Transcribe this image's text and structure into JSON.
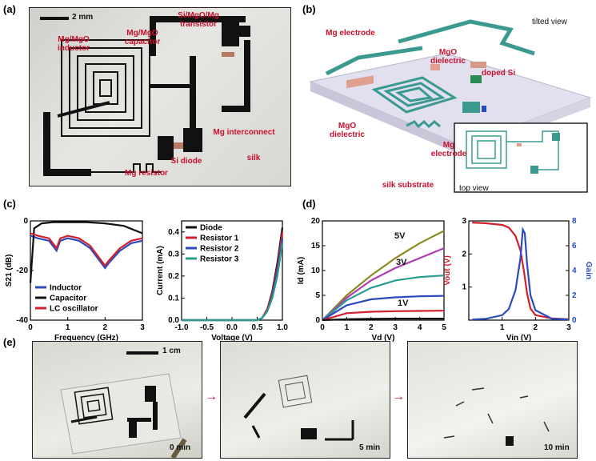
{
  "panels": {
    "a": {
      "label": "(a)",
      "scale_bar": "2 mm",
      "labels": [
        "Mg/MgO inductor",
        "Mg/MgO capacitor",
        "Si/MgO/Mg transistor",
        "Mg interconnect",
        "Si diode",
        "silk",
        "Mg resistor"
      ]
    },
    "b": {
      "label": "(b)",
      "tilted_view": "tilted view",
      "top_view": "top view",
      "labels": [
        "Mg electrode",
        "MgO dielectric",
        "doped Si",
        "MgO dielectric",
        "Mg electrode",
        "silk substrate"
      ]
    },
    "c": {
      "label": "(c)"
    },
    "d": {
      "label": "(d)",
      "curve_labels": [
        "5V",
        "3V",
        "1V"
      ]
    },
    "e": {
      "label": "(e)",
      "scale_bar": "1 cm",
      "times": [
        "0 min",
        "5 min",
        "10 min"
      ]
    }
  },
  "chart_data": [
    {
      "type": "line",
      "panel": "c-left",
      "xlabel": "Frequency (GHz)",
      "ylabel": "S21 (dB)",
      "xlim": [
        0,
        3
      ],
      "ylim": [
        -40,
        0
      ],
      "xticks": [
        0,
        1,
        2,
        3
      ],
      "yticks": [
        0,
        -20,
        -40
      ],
      "series": [
        {
          "name": "Inductor",
          "color": "#2b4bbd",
          "x": [
            0,
            0.2,
            0.5,
            0.7,
            0.8,
            1.0,
            1.3,
            1.6,
            1.9,
            2.0,
            2.1,
            2.4,
            2.7,
            3.0
          ],
          "y": [
            -6,
            -7,
            -8,
            -12,
            -8,
            -7,
            -8,
            -11,
            -17,
            -19,
            -17,
            -12,
            -9,
            -8
          ]
        },
        {
          "name": "Capacitor",
          "color": "#111111",
          "x": [
            0,
            0.1,
            0.3,
            0.6,
            1.0,
            1.5,
            2.0,
            2.5,
            3.0
          ],
          "y": [
            -25,
            -3,
            -1,
            -0.5,
            -0.5,
            -0.5,
            -1,
            -2,
            -5
          ]
        },
        {
          "name": "LC oscillator",
          "color": "#d0202e",
          "x": [
            0,
            0.2,
            0.5,
            0.7,
            0.8,
            1.0,
            1.3,
            1.6,
            1.9,
            2.0,
            2.1,
            2.4,
            2.7,
            3.0
          ],
          "y": [
            -5,
            -6,
            -7,
            -11,
            -7,
            -6,
            -7,
            -10,
            -16,
            -18,
            -16,
            -11,
            -8,
            -7
          ]
        }
      ]
    },
    {
      "type": "line",
      "panel": "c-right",
      "xlabel": "Voltage (V)",
      "ylabel": "Current (mA)",
      "xlim": [
        -1.0,
        1.0
      ],
      "ylim": [
        0,
        0.45
      ],
      "xticks": [
        -1.0,
        -0.5,
        0.0,
        0.5,
        1.0
      ],
      "xtick_labels": [
        "-1.0",
        "-0.5",
        "0.0",
        "0.5",
        "1.0"
      ],
      "yticks": [
        0.0,
        0.1,
        0.2,
        0.3,
        0.4
      ],
      "ytick_labels": [
        "0.0",
        "0.1",
        "0.2",
        "0.3",
        "0.4"
      ],
      "legend": "top-left",
      "series": [
        {
          "name": "Diode",
          "color": "#111111",
          "x": [
            -1,
            0.5,
            0.6,
            0.7,
            0.8,
            0.9,
            1.0
          ],
          "y": [
            0,
            0,
            0.01,
            0.05,
            0.13,
            0.26,
            0.42
          ]
        },
        {
          "name": "Resistor 1",
          "color": "#d0202e",
          "x": [
            -1,
            0.5,
            0.6,
            0.7,
            0.8,
            0.9,
            1.0
          ],
          "y": [
            0,
            0,
            0.01,
            0.05,
            0.12,
            0.24,
            0.4
          ]
        },
        {
          "name": "Resistor 2",
          "color": "#2b4bbd",
          "x": [
            -1,
            0.5,
            0.6,
            0.7,
            0.8,
            0.9,
            1.0
          ],
          "y": [
            0,
            0,
            0.01,
            0.04,
            0.11,
            0.22,
            0.37
          ]
        },
        {
          "name": "Resistor 3",
          "color": "#2a9d8f",
          "x": [
            -1,
            0.5,
            0.6,
            0.7,
            0.8,
            0.9,
            1.0
          ],
          "y": [
            0,
            0,
            0.01,
            0.04,
            0.1,
            0.2,
            0.35
          ]
        }
      ]
    },
    {
      "type": "line",
      "panel": "d-left",
      "xlabel": "Vd (V)",
      "ylabel": "Id (mA)",
      "xlim": [
        0,
        5
      ],
      "ylim": [
        0,
        20
      ],
      "xticks": [
        0,
        1,
        2,
        3,
        4,
        5
      ],
      "yticks": [
        0,
        5,
        10,
        15,
        20
      ],
      "series": [
        {
          "color": "#8a8a1f",
          "x": [
            0,
            1,
            2,
            3,
            4,
            5
          ],
          "y": [
            0,
            5,
            9,
            12.5,
            15.5,
            18
          ]
        },
        {
          "color": "#b03bb0",
          "x": [
            0,
            1,
            2,
            3,
            4,
            5
          ],
          "y": [
            0,
            4.5,
            8,
            10.5,
            12.5,
            14.5
          ]
        },
        {
          "color": "#2a9d8f",
          "x": [
            0,
            1,
            2,
            3,
            4,
            5
          ],
          "y": [
            0,
            4,
            6.5,
            8,
            8.7,
            9
          ]
        },
        {
          "color": "#2b4bbd",
          "x": [
            0,
            1,
            2,
            3,
            4,
            5
          ],
          "y": [
            0,
            3,
            4.2,
            4.6,
            4.8,
            4.9
          ]
        },
        {
          "color": "#d0202e",
          "x": [
            0,
            1,
            2,
            3,
            4,
            5
          ],
          "y": [
            0,
            1.4,
            1.7,
            1.8,
            1.85,
            1.9
          ]
        },
        {
          "color": "#111111",
          "x": [
            0,
            1,
            2,
            3,
            4,
            5
          ],
          "y": [
            0,
            0.2,
            0.25,
            0.3,
            0.3,
            0.3
          ]
        }
      ]
    },
    {
      "type": "line",
      "panel": "d-right",
      "xlabel": "Vin (V)",
      "ylabel": "Vout (V)",
      "y2label": "Gain",
      "xlim": [
        0,
        3
      ],
      "ylim": [
        0,
        3
      ],
      "y2lim": [
        0,
        8
      ],
      "xticks": [
        1,
        2,
        3
      ],
      "yticks": [
        1,
        2,
        3
      ],
      "y2ticks": [
        0,
        2,
        4,
        6,
        8
      ],
      "series": [
        {
          "name": "Vout",
          "color": "#d0202e",
          "axis": "left",
          "x": [
            0.1,
            0.5,
            1.0,
            1.2,
            1.4,
            1.55,
            1.65,
            1.75,
            1.85,
            2.0,
            2.5,
            3.0
          ],
          "y": [
            2.95,
            2.93,
            2.88,
            2.8,
            2.55,
            2.1,
            1.5,
            0.8,
            0.35,
            0.15,
            0.05,
            0.03
          ]
        },
        {
          "name": "Gain",
          "color": "#2b4bbd",
          "axis": "right",
          "x": [
            0.1,
            0.5,
            1.0,
            1.2,
            1.4,
            1.55,
            1.62,
            1.68,
            1.75,
            1.85,
            2.0,
            2.5,
            3.0
          ],
          "y": [
            0.05,
            0.1,
            0.4,
            0.9,
            2.4,
            5.0,
            7.3,
            7.0,
            4.5,
            2.0,
            0.8,
            0.1,
            0.05
          ]
        }
      ]
    }
  ]
}
